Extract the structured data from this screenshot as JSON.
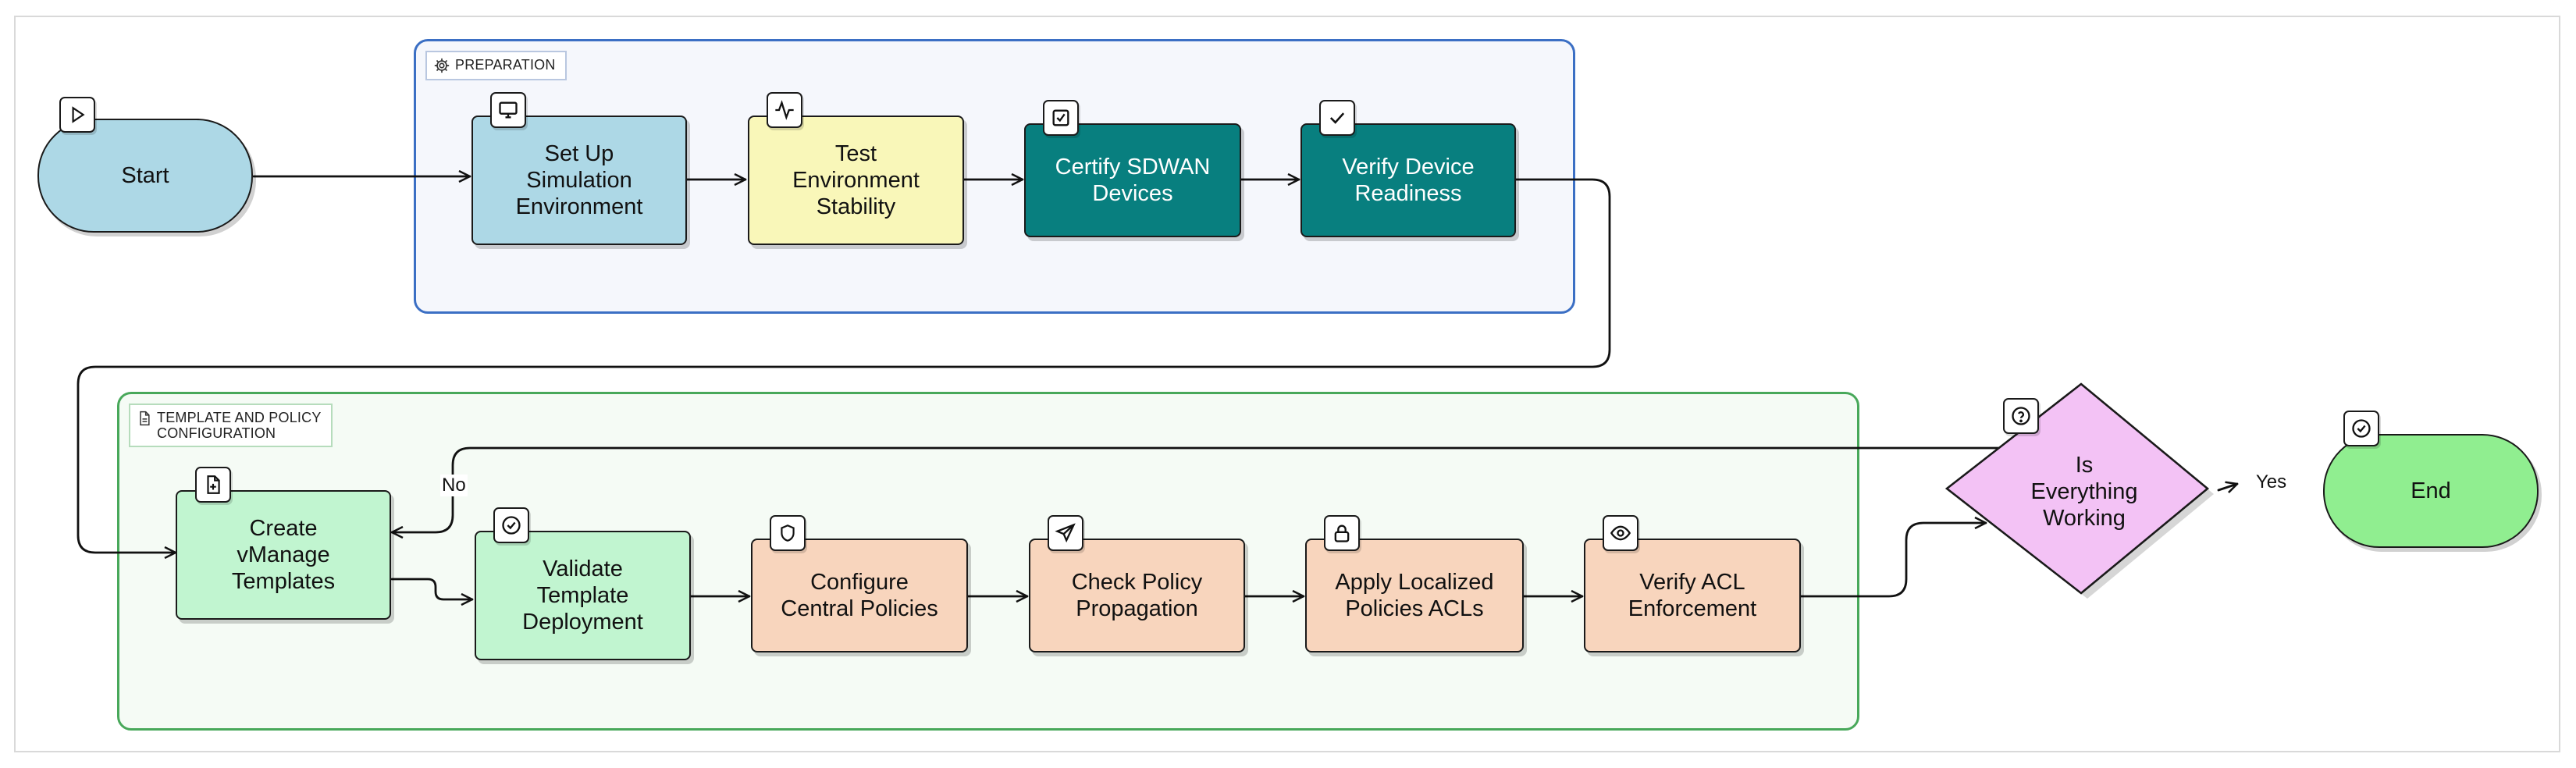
{
  "groups": {
    "preparation": {
      "label": "PREPARATION",
      "icon": "gear-icon"
    },
    "template": {
      "label": "TEMPLATE AND POLICY\nCONFIGURATION",
      "icon": "document-icon"
    }
  },
  "nodes": {
    "start": {
      "label": "Start",
      "icon": "play-icon",
      "color": "#add8e6"
    },
    "setup": {
      "label": "Set Up\nSimulation\nEnvironment",
      "icon": "monitor-icon",
      "color": "#add8e6"
    },
    "test": {
      "label": "Test\nEnvironment\nStability",
      "icon": "activity-icon",
      "color": "#f9f7b9"
    },
    "certify": {
      "label": "Certify SDWAN\nDevices",
      "icon": "checkbox-icon",
      "color": "#087f7f"
    },
    "verify_device": {
      "label": "Verify Device\nReadiness",
      "icon": "check-icon",
      "color": "#087f7f"
    },
    "create": {
      "label": "Create\nvManage\nTemplates",
      "icon": "file-plus-icon",
      "color": "#c1f5d0"
    },
    "validate": {
      "label": "Validate\nTemplate\nDeployment",
      "icon": "check-circle-icon",
      "color": "#c1f5d0"
    },
    "configure": {
      "label": "Configure\nCentral Policies",
      "icon": "shield-icon",
      "color": "#f8d5bd"
    },
    "propagation": {
      "label": "Check Policy\nPropagation",
      "icon": "send-icon",
      "color": "#f8d5bd"
    },
    "apply": {
      "label": "Apply Localized\nPolicies ACLs",
      "icon": "lock-icon",
      "color": "#f8d5bd"
    },
    "verify_acl": {
      "label": "Verify ACL\nEnforcement",
      "icon": "eye-icon",
      "color": "#f8d5bd"
    },
    "decision": {
      "label": "Is\nEverything\nWorking",
      "icon": "help-circle-icon",
      "color": "#f3c2f5"
    },
    "end": {
      "label": "End",
      "icon": "check-circle-icon",
      "color": "#90ee90"
    }
  },
  "edges": {
    "no_label": "No",
    "yes_label": "Yes"
  }
}
